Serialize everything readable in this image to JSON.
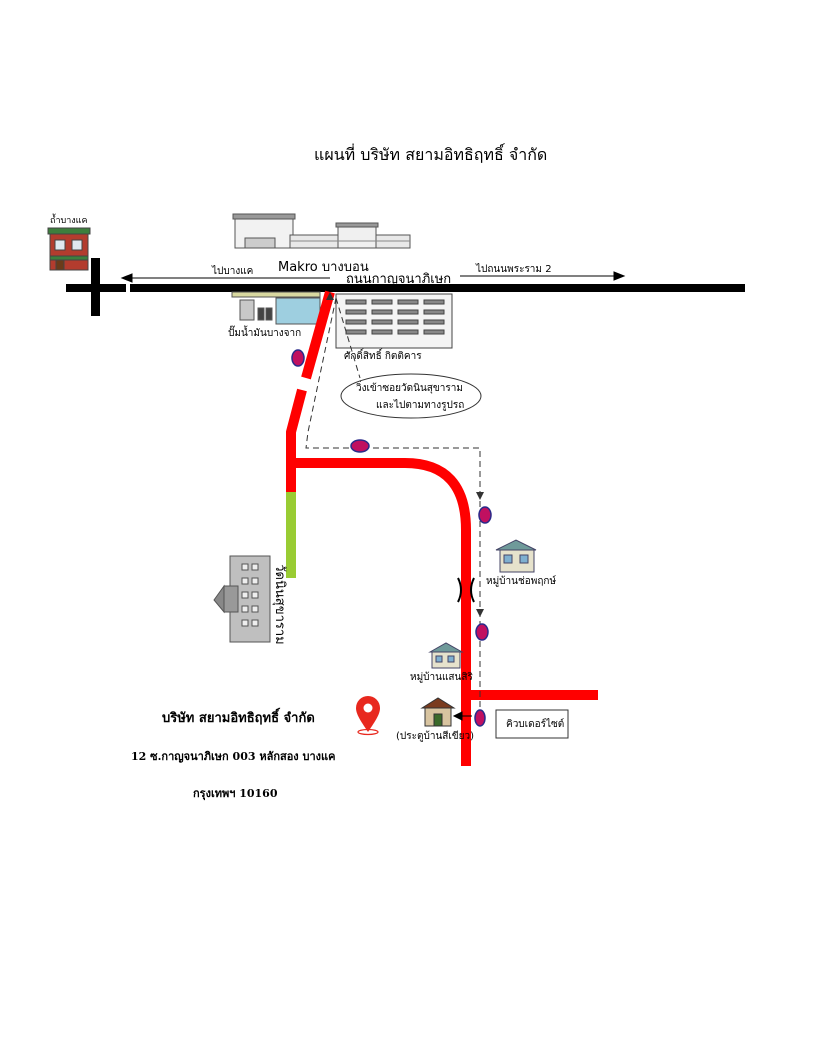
{
  "title": "แผนที่ บริษัท สยามอิทธิฤทธิ์ จำกัด",
  "labels": {
    "bangkae_top": "ถ้ำบางแค",
    "makro": "Makro บางบอน",
    "road_kanchana": "ถนนกาญจนาภิเษก",
    "to_bangkae": "ไปบางแค",
    "to_rama2": "ไปถนนพระราม 2",
    "gas_station": "ปั๊มน้ำมันบางจาก",
    "sakdisit": "ศักดิ์สิทธิ์ กิตติคาร",
    "callout_line1": "วิ่งเข้าซอยวัดนินสุขาราม",
    "callout_line2": "และไปตามทางรูปรถ",
    "temple_road": "วัดนินสุขาราม",
    "village_chokpruek": "หมู่บ้านช่อพฤกษ์",
    "village_saensiri": "หมู่บ้านแสนสิริ",
    "gate": "(ประตูบ้านสีเขียว)",
    "wood_depot": "คิวบเดอร์ไซต์"
  },
  "company": {
    "name": "บริษัท สยามอิทธิฤทธิ์ จำกัด",
    "address": "12 ซ.กาญจนาภิเษก 003 หลักสอง บางแค",
    "city": "กรุงเทพฯ 10160"
  },
  "colors": {
    "route": "#ff0000",
    "temple_segment": "#99cc33",
    "main_road": "#000000",
    "pin": "#e8281e"
  },
  "icons": [
    "location-pin-icon",
    "car-icon",
    "building-icon",
    "house-icon",
    "gas-station-icon",
    "temple-icon",
    "crossroad-icon"
  ]
}
